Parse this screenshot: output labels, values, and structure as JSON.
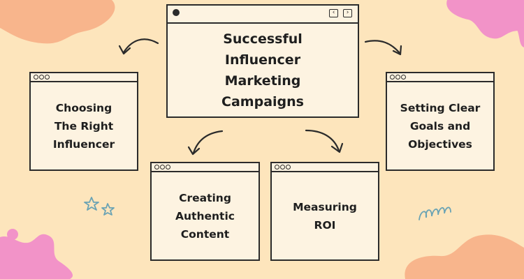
{
  "title_lines": [
    "Successful",
    "Influencer",
    "Marketing",
    "Campaigns"
  ],
  "nodes": {
    "choosing": [
      "Choosing",
      "The Right",
      "Influencer"
    ],
    "goals": [
      "Setting Clear",
      "Goals and",
      "Objectives"
    ],
    "authentic": [
      "Creating",
      "Authentic",
      "Content"
    ],
    "roi": [
      "Measuring",
      "ROI"
    ]
  },
  "icons": {
    "prev": "‹",
    "next": "›"
  },
  "colors": {
    "background": "#fde5bc",
    "window": "#fdf3e1",
    "outline": "#2b2b2b",
    "blob_orange": "#f8b58c",
    "blob_pink": "#f293c8",
    "doodle": "#6aa3b4"
  }
}
